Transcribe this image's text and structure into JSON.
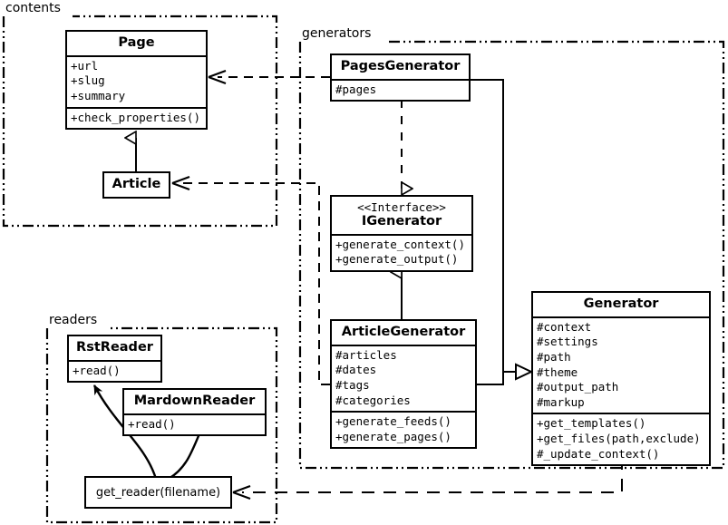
{
  "diagram": {
    "title": "Pelican architecture UML class diagram",
    "stroke_color": "#000000",
    "background_color": "#ffffff"
  },
  "packages": [
    {
      "id": "contents",
      "label": "contents"
    },
    {
      "id": "generators",
      "label": "generators"
    },
    {
      "id": "readers",
      "label": "readers"
    }
  ],
  "classes": {
    "page": {
      "name": "Page",
      "attributes": [
        "+url",
        "+slug",
        "+summary"
      ],
      "methods": [
        "+check_properties()"
      ]
    },
    "article": {
      "name": "Article",
      "attributes": [],
      "methods": []
    },
    "pages_generator": {
      "name": "PagesGenerator",
      "attributes": [
        "#pages"
      ],
      "methods": []
    },
    "igenerator": {
      "stereotype": "<<Interface>>",
      "name": "IGenerator",
      "attributes": [],
      "methods": [
        "+generate_context()",
        "+generate_output()"
      ]
    },
    "article_generator": {
      "name": "ArticleGenerator",
      "attributes": [
        "#articles",
        "#dates",
        "#tags",
        "#categories"
      ],
      "methods": [
        "+generate_feeds()",
        "+generate_pages()"
      ]
    },
    "generator": {
      "name": "Generator",
      "attributes": [
        "#context",
        "#settings",
        "#path",
        "#theme",
        "#output_path",
        "#markup"
      ],
      "methods": [
        "+get_templates()",
        "+get_files(path,exclude)",
        "#_update_context()"
      ]
    },
    "rst_reader": {
      "name": "RstReader",
      "attributes": [],
      "methods": [
        "+read()"
      ]
    },
    "mardown_reader": {
      "name": "MardownReader",
      "attributes": [],
      "methods": [
        "+read()"
      ]
    },
    "get_reader": {
      "name": "get_reader(filename)"
    }
  },
  "relationships": [
    {
      "id": "article-inherits-page",
      "type": "generalization",
      "from": "Article",
      "to": "Page"
    },
    {
      "id": "pagesgenerator-realizes-igenerator",
      "type": "realization",
      "from": "PagesGenerator",
      "to": "IGenerator"
    },
    {
      "id": "articlegenerator-inherits-igenerator",
      "type": "generalization",
      "from": "ArticleGenerator",
      "to": "IGenerator"
    },
    {
      "id": "pagesgenerator-inherits-generator",
      "type": "generalization",
      "from": "PagesGenerator",
      "to": "Generator"
    },
    {
      "id": "articlegenerator-inherits-generator",
      "type": "generalization",
      "from": "ArticleGenerator",
      "to": "Generator"
    },
    {
      "id": "pagesgenerator-uses-page",
      "type": "dependency",
      "from": "PagesGenerator",
      "to": "Page"
    },
    {
      "id": "articlegenerator-uses-article",
      "type": "dependency",
      "from": "ArticleGenerator",
      "to": "Article"
    },
    {
      "id": "generator-uses-get-reader",
      "type": "dependency",
      "from": "Generator",
      "to": "get_reader(filename)"
    },
    {
      "id": "get-reader-creates-rstreader",
      "type": "association",
      "from": "get_reader(filename)",
      "to": "RstReader"
    },
    {
      "id": "get-reader-creates-mardownreader",
      "type": "association",
      "from": "get_reader(filename)",
      "to": "MardownReader"
    }
  ]
}
